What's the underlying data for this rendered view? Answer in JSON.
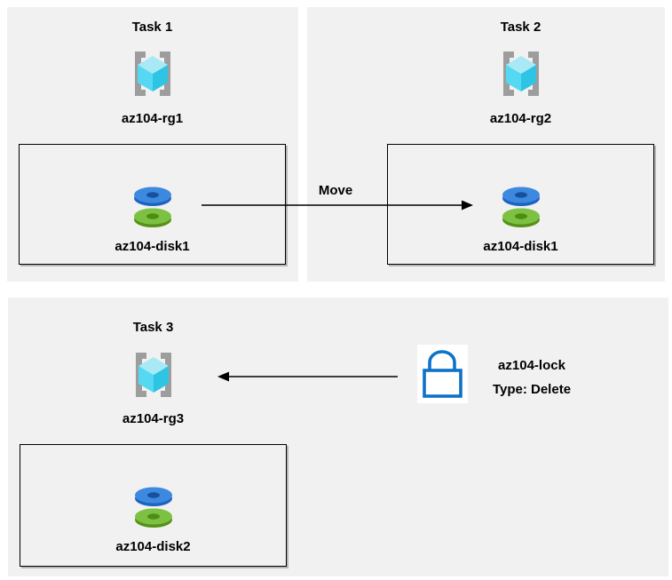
{
  "diagram": {
    "panels": [
      {
        "title": "Task 1",
        "resource_group": "az104-rg1",
        "disk": "az104-disk1"
      },
      {
        "title": "Task 2",
        "resource_group": "az104-rg2",
        "disk": "az104-disk1"
      },
      {
        "title": "Task 3",
        "resource_group": "az104-rg3",
        "disk": "az104-disk2"
      }
    ],
    "move_label": "Move",
    "lock": {
      "name": "az104-lock",
      "type": "Type: Delete"
    },
    "icons": {
      "resource_group": "resource-group-icon",
      "disk": "disk-icon",
      "lock": "lock-icon"
    },
    "colors": {
      "panel_bg": "#f1f1f1",
      "bracket_gray": "#9d9d9d",
      "cube_top": "#a9e9f6",
      "cube_left": "#55d9f2",
      "cube_right": "#2ec4e4",
      "disk_blue_top": "#3e89e0",
      "disk_blue_side": "#1c63c4",
      "disk_blue_hole": "#17519e",
      "disk_green_top": "#7cc142",
      "disk_green_side": "#569117",
      "disk_green_hole": "#4e8c12",
      "lock_blue": "#0d72c8",
      "arrow_black": "#000000"
    }
  }
}
